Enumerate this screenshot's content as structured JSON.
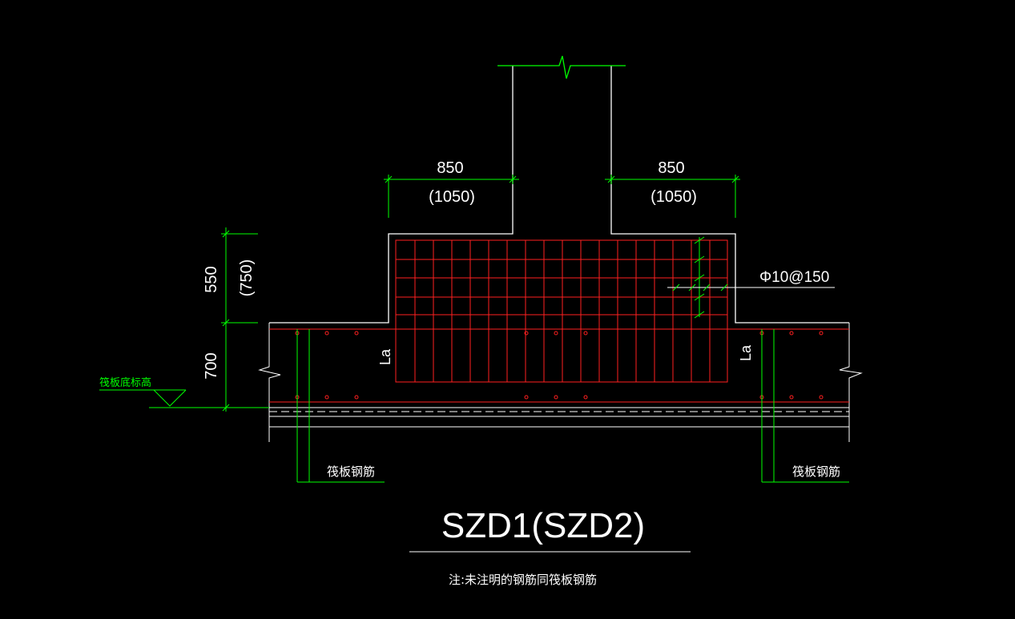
{
  "drawing": {
    "title": "SZD1(SZD2)",
    "note": "注:未注明的钢筋同筏板钢筋",
    "dimensions": {
      "left_width": "850",
      "left_width_alt": "(1050)",
      "right_width": "850",
      "right_width_alt": "(1050)",
      "cap_height": "550",
      "cap_height_alt": "(750)",
      "raft_thickness": "700"
    },
    "labels": {
      "rebar_spec": "Φ10@150",
      "anchor_left": "La",
      "anchor_right": "La",
      "raft_rebar_left": "筏板钢筋",
      "raft_rebar_right": "筏板钢筋",
      "raft_bottom_elevation": "筏板底标高"
    },
    "colors": {
      "background": "#000000",
      "outline": "#ffffff",
      "dimension": "#00ff00",
      "rebar": "#ff0000",
      "text": "#ffffff"
    }
  }
}
